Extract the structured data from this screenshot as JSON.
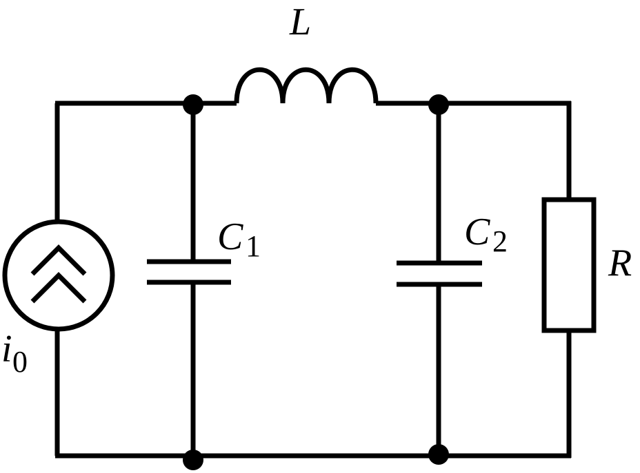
{
  "components": {
    "source": {
      "symbol": "i",
      "subscript": "0"
    },
    "inductor": {
      "symbol": "L"
    },
    "capacitor1": {
      "symbol": "C",
      "subscript": "1"
    },
    "capacitor2": {
      "symbol": "C",
      "subscript": "2"
    },
    "resistor": {
      "symbol": "R"
    }
  }
}
